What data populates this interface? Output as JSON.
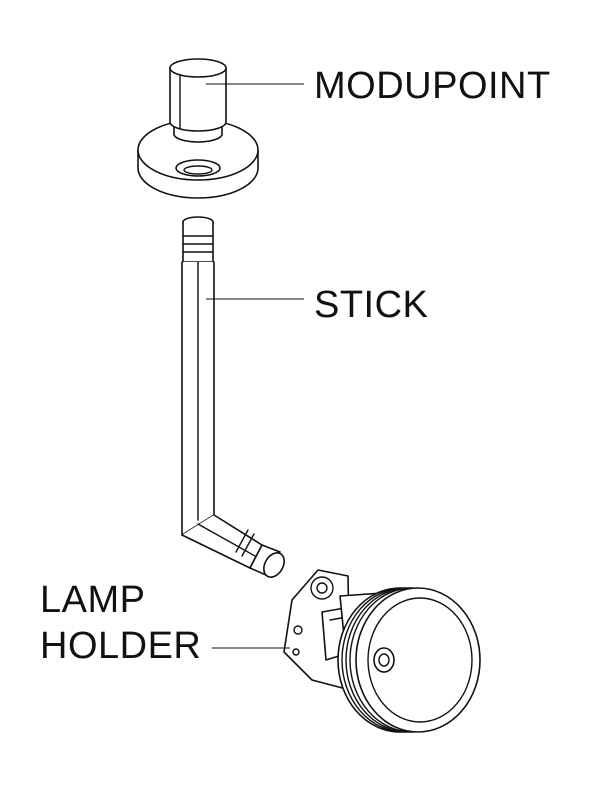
{
  "labels": {
    "modupoint": "MODUPOINT",
    "stick": "STICK",
    "lamp_holder_line1": "LAMP",
    "lamp_holder_line2": "HOLDER"
  },
  "colors": {
    "line": "#111111",
    "background": "#ffffff"
  }
}
